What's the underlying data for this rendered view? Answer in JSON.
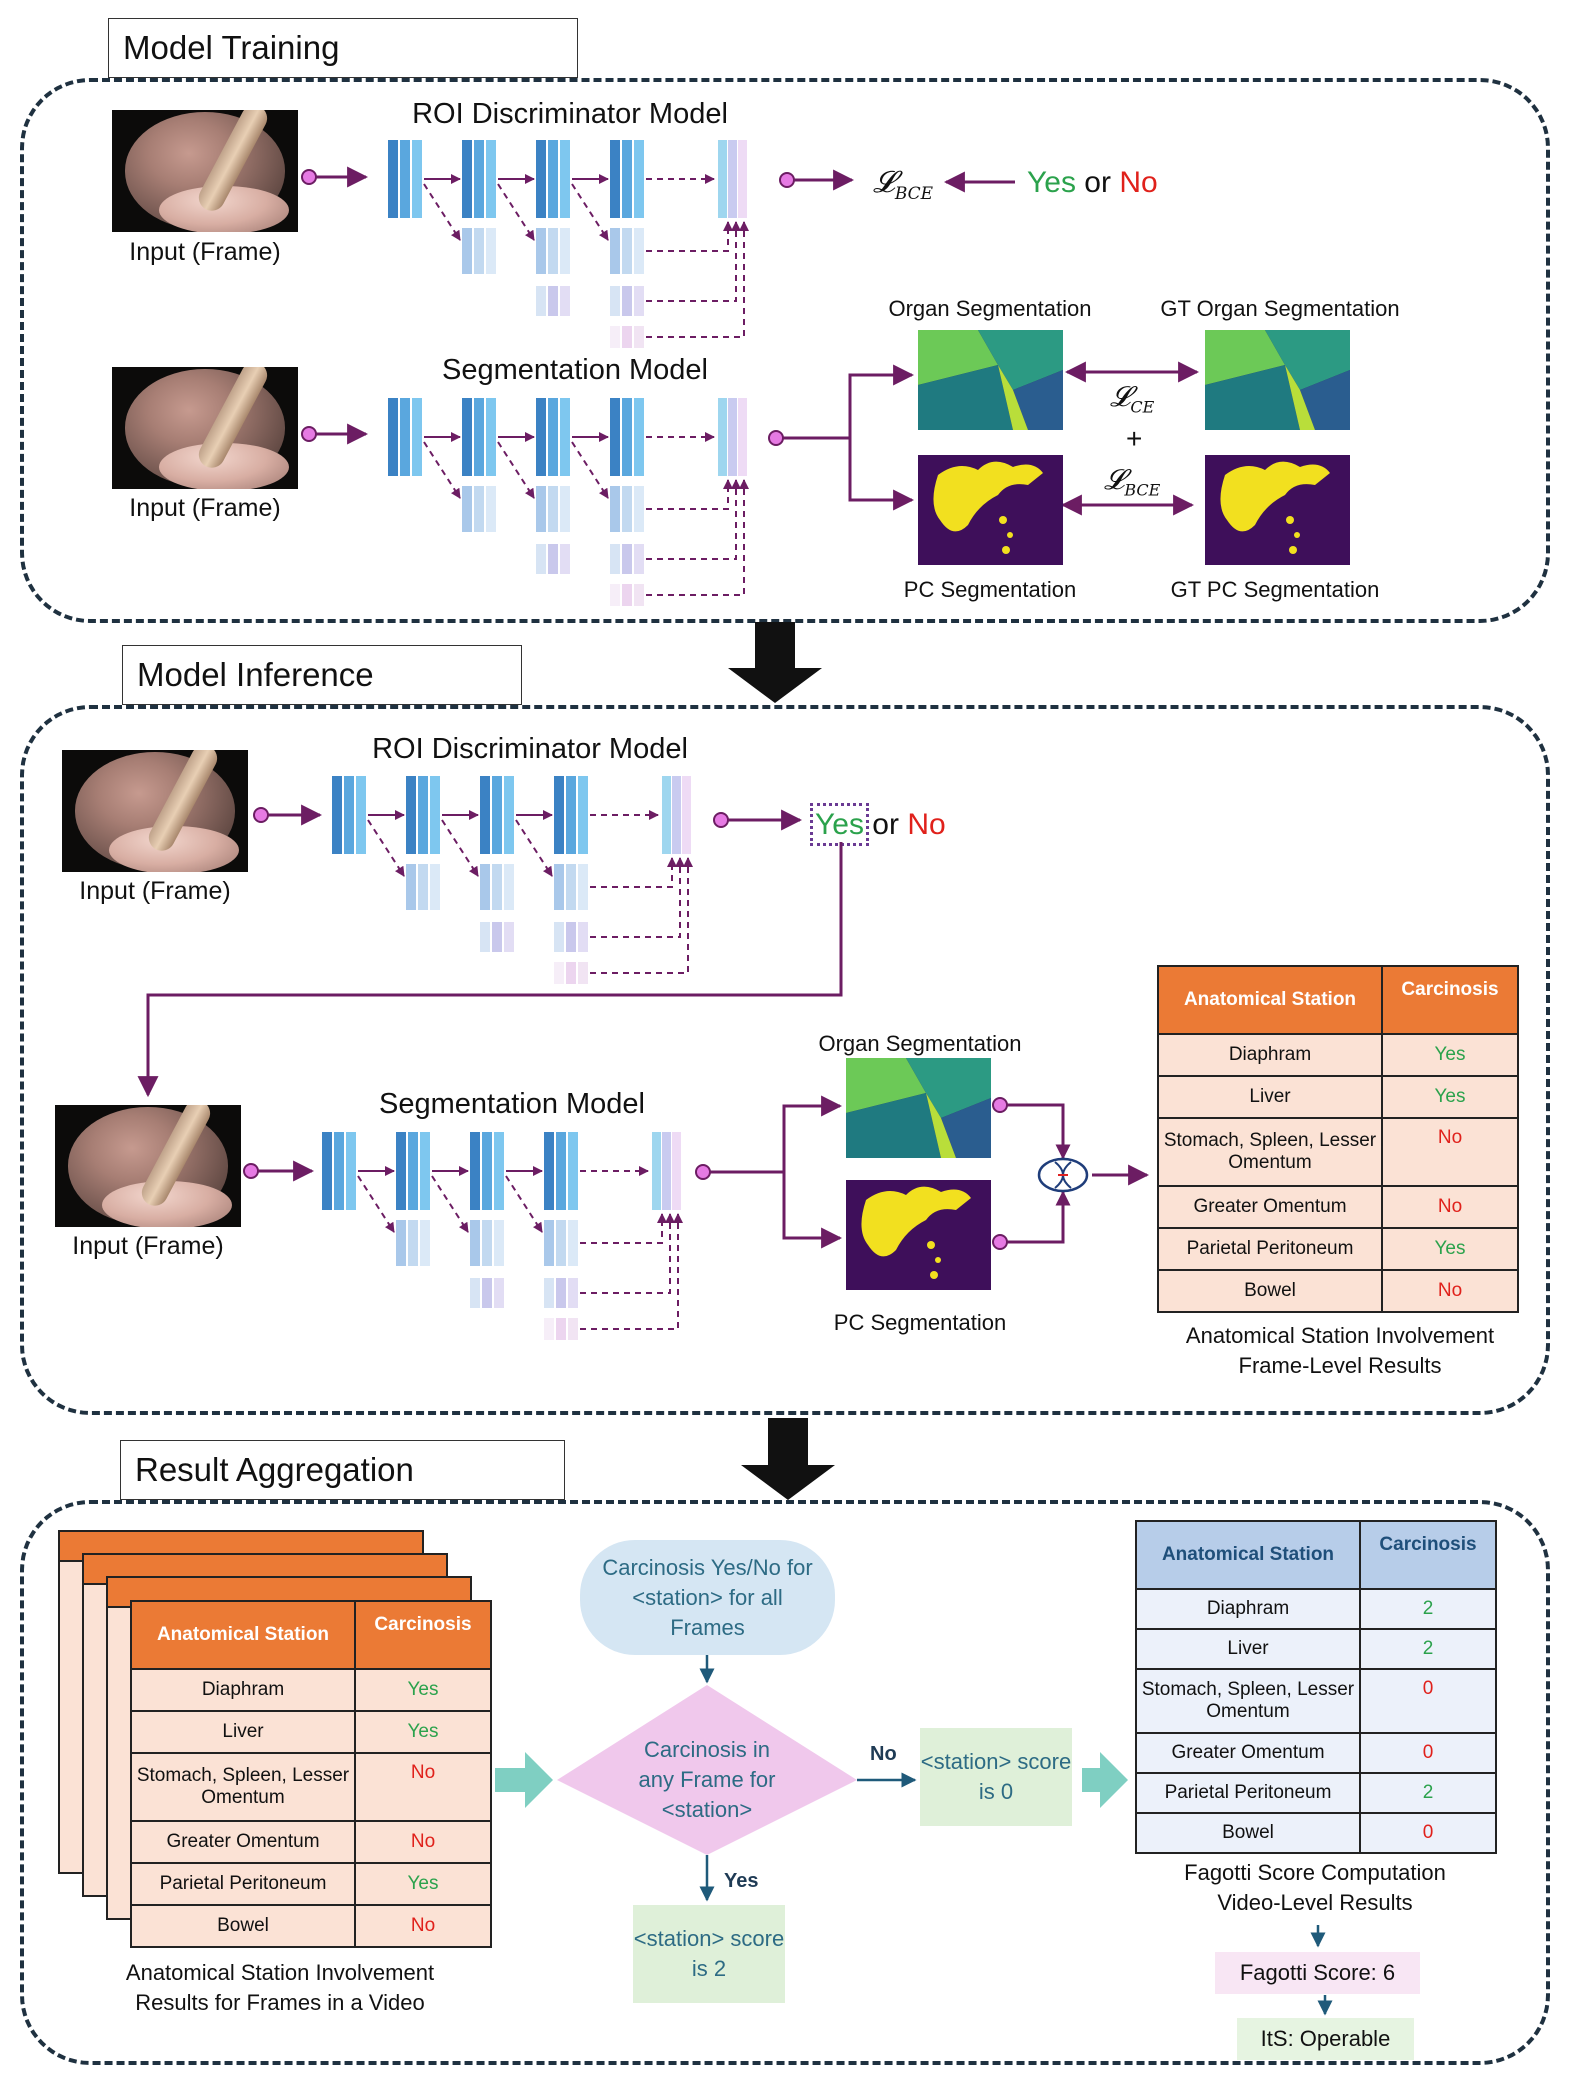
{
  "sections": {
    "training": "Model Training",
    "inference": "Model Inference",
    "aggregation": "Result Aggregation"
  },
  "training": {
    "roi_title": "ROI Discriminator Model",
    "seg_title": "Segmentation Model",
    "input_label_1": "Input (Frame)",
    "input_label_2": "Input (Frame)",
    "loss_bce_1": "𝓛",
    "loss_bce_1_sub": "BCE",
    "yes": "Yes",
    "or": "or",
    "no": "No",
    "organ_seg": "Organ Segmentation",
    "gt_organ_seg": "GT Organ Segmentation",
    "pc_seg": "PC Segmentation",
    "gt_pc_seg": "GT PC Segmentation",
    "loss_ce": "𝓛",
    "loss_ce_sub": "CE",
    "plus": "+",
    "loss_bce_2": "𝓛",
    "loss_bce_2_sub": "BCE"
  },
  "inference": {
    "roi_title": "ROI Discriminator Model",
    "seg_title": "Segmentation Model",
    "input_label_1": "Input (Frame)",
    "input_label_2": "Input (Frame)",
    "yes": "Yes",
    "or": "or",
    "no": "No",
    "organ_seg": "Organ Segmentation",
    "pc_seg": "PC Segmentation",
    "table": {
      "headers": [
        "Anatomical Station",
        "Carcinosis"
      ],
      "rows": [
        [
          "Diaphram",
          "Yes"
        ],
        [
          "Liver",
          "Yes"
        ],
        [
          "Stomach, Spleen, Lesser Omentum",
          "No"
        ],
        [
          "Greater Omentum",
          "No"
        ],
        [
          "Parietal Peritoneum",
          "Yes"
        ],
        [
          "Bowel",
          "No"
        ]
      ]
    },
    "caption_1": "Anatomical Station Involvement",
    "caption_2": "Frame-Level Results"
  },
  "aggregation": {
    "stack_headers": [
      "Anatomical Station",
      "Carcinosis"
    ],
    "stack_rows": [
      [
        "Diaphram",
        "Yes"
      ],
      [
        "Liver",
        "Yes"
      ],
      [
        "Stomach, Spleen, Lesser Omentum",
        "No"
      ],
      [
        "Greater Omentum",
        "No"
      ],
      [
        "Parietal Peritoneum",
        "Yes"
      ],
      [
        "Bowel",
        "No"
      ]
    ],
    "stack_caption_1": "Anatomical Station Involvement",
    "stack_caption_2": "Results for Frames in a Video",
    "start_box": "Carcinosis Yes/No for <station> for all Frames",
    "decision": "Carcinosis in any Frame for <station>",
    "no_label": "No",
    "yes_label": "Yes",
    "score0": "<station> score is 0",
    "score2": "<station> score is 2",
    "result_headers": [
      "Anatomical Station",
      "Carcinosis"
    ],
    "result_rows": [
      [
        "Diaphram",
        "2"
      ],
      [
        "Liver",
        "2"
      ],
      [
        "Stomach, Spleen, Lesser Omentum",
        "0"
      ],
      [
        "Greater Omentum",
        "0"
      ],
      [
        "Parietal Peritoneum",
        "2"
      ],
      [
        "Bowel",
        "0"
      ]
    ],
    "result_caption_1": "Fagotti Score Computation",
    "result_caption_2": "Video-Level Results",
    "fagotti": "Fagotti Score: 6",
    "its": "ItS: Operable"
  },
  "colors": {
    "arrow": "#6c1d63",
    "yes": "#2ba24c",
    "no": "#e0211b",
    "teal_text": "#2d6b84",
    "orange_header": "#eb7a35",
    "blue_header": "#b7cde9"
  }
}
